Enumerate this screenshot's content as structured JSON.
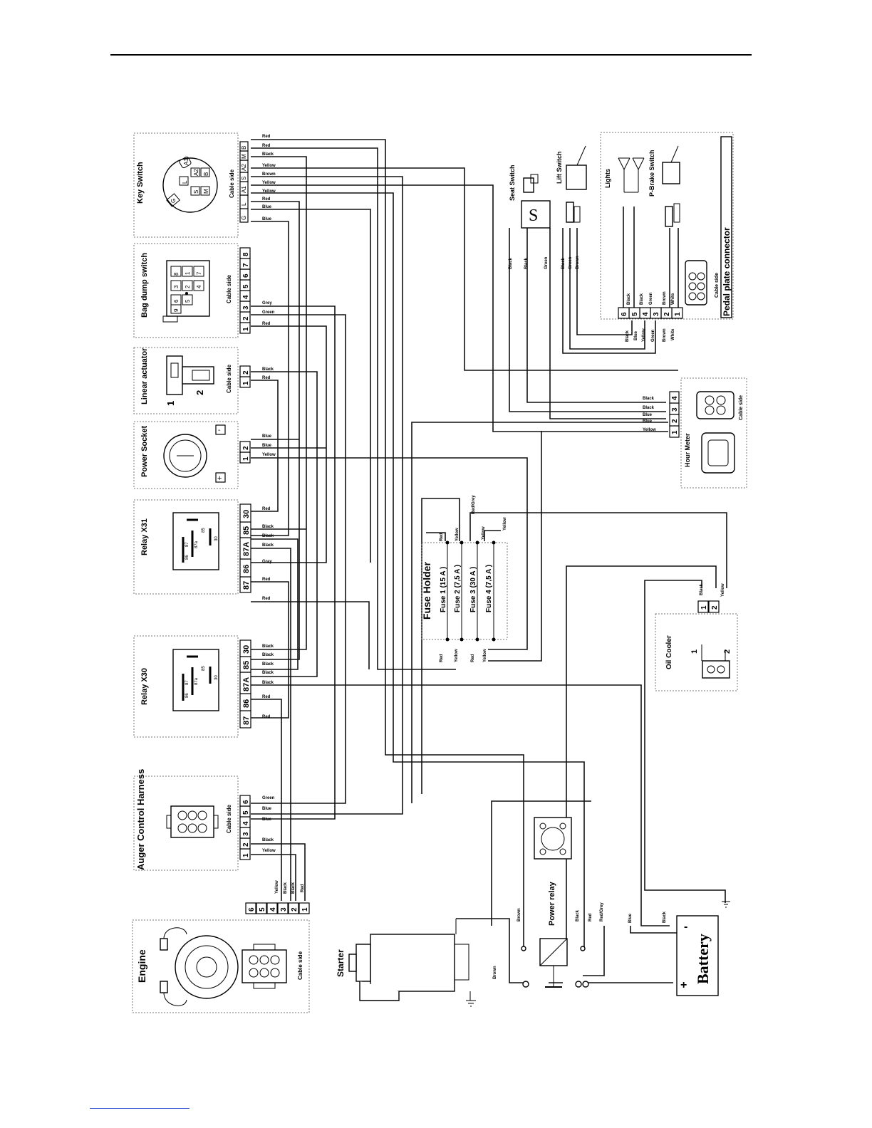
{
  "components": {
    "key_switch": {
      "title": "Key Switch",
      "cable_side": "Cable side",
      "pins": [
        "G",
        "L",
        "A1",
        "S",
        "A2",
        "M",
        "B"
      ],
      "contacts": [
        "A1",
        "L",
        "A2",
        "S",
        "B",
        "M",
        "G"
      ]
    },
    "bag_dump": {
      "title": "Bag dump switch",
      "cable_side": "Cable side",
      "pins": [
        "1",
        "2",
        "3",
        "4",
        "5",
        "6",
        "7",
        "8"
      ],
      "contacts": [
        "8",
        "1",
        "7",
        "3",
        "2",
        "4",
        "6",
        "5",
        "9"
      ]
    },
    "linear_actuator": {
      "title": "Linear actuator",
      "cable_side": "Cable side",
      "pins": [
        "1",
        "2"
      ],
      "labels": [
        "1",
        "2"
      ]
    },
    "power_socket": {
      "title": "Power Socket",
      "pins": [
        "1",
        "2"
      ],
      "plus": "+",
      "minus": "-"
    },
    "relay_x31": {
      "title": "Relay X31",
      "pins": [
        "87",
        "86",
        "87A",
        "85",
        "30"
      ],
      "inner": [
        "87",
        "86",
        "87a",
        "85",
        "30"
      ]
    },
    "relay_x30": {
      "title": "Relay X30",
      "pins": [
        "87",
        "86",
        "87A",
        "85",
        "30"
      ],
      "inner": [
        "87",
        "86",
        "87a",
        "85",
        "30"
      ]
    },
    "auger": {
      "title": "Auger Control Harness",
      "cable_side": "Cable side",
      "pins": [
        "1",
        "2",
        "3",
        "4",
        "5",
        "6"
      ]
    },
    "engine": {
      "title": "Engine",
      "cable_side": "Cable side",
      "pins": [
        "1",
        "2",
        "3",
        "4",
        "5",
        "6"
      ]
    },
    "starter": {
      "title": "Starter"
    },
    "power_relay": {
      "title": "Power relay"
    },
    "battery": {
      "title": "Battery",
      "plus": "+",
      "minus": "-"
    },
    "fuse_holder": {
      "title": "Fuse Holder",
      "fuses": [
        "Fuse 1 (15 A )",
        "Fuse 2 (7,5 A )",
        "Fuse 3 (30 A )",
        "Fuse 4 (7,5 A )"
      ]
    },
    "oil_cooler": {
      "title": "Oil Cooler",
      "pins": [
        "1",
        "2"
      ],
      "labels": [
        "1",
        "2"
      ]
    },
    "hour_meter": {
      "title": "Hour Meter",
      "cable_side": "Cable side",
      "pins": [
        "1",
        "2",
        "3",
        "4"
      ]
    },
    "seat_switch": {
      "title": "Seat Switch",
      "symbol": "S"
    },
    "lift_switch": {
      "title": "Lift Switch"
    },
    "lights": {
      "title": "Lights"
    },
    "pbrake": {
      "title": "P-Brake Switch"
    },
    "pedal_plate": {
      "title": "Pedal plate connector",
      "cable_side": "Cable side",
      "pins": [
        "1",
        "2",
        "3",
        "4",
        "5",
        "6"
      ]
    }
  },
  "wire_labels": {
    "key_switch": [
      "Red",
      "Red",
      "Black",
      "Yellow",
      "Brown",
      "Yellow",
      "Yellow",
      "Red",
      "Blue",
      "Blue"
    ],
    "bag_dump": [
      "Grey",
      "Green",
      "Red"
    ],
    "linear_actuator": [
      "Black",
      "Red"
    ],
    "power_socket": [
      "Blue",
      "Blue",
      "Yellow"
    ],
    "relay_x31": [
      "Red",
      "Black",
      "Black",
      "Black",
      "Gray",
      "Red",
      "Red"
    ],
    "relay_x30": [
      "Black",
      "Black",
      "Black",
      "Black",
      "Black",
      "Red",
      "Red"
    ],
    "auger": [
      "Green",
      "Blue",
      "Blue",
      "Black",
      "Yellow"
    ],
    "engine_side": [
      "Yellow",
      "Black",
      "Black",
      "Red"
    ],
    "seat": [
      "Black",
      "Black",
      "Green",
      "Black",
      "Green",
      "Brown"
    ],
    "pedal_top": [
      "Black",
      "Black",
      "Green",
      "Brown",
      "White"
    ],
    "pedal_bottom": [
      "Black",
      "Blue",
      "Yellow",
      "Green",
      "Brown",
      "White"
    ],
    "hour_meter": [
      "Black",
      "Black",
      "Blue",
      "Blue",
      "Yellow"
    ],
    "fuse_top": [
      "Red",
      "Yellow",
      "Red/Grey",
      "Yellow",
      "Yellow"
    ],
    "fuse_bottom": [
      "Red",
      "Yellow",
      "Red",
      "Yellow"
    ],
    "oil_cooler": [
      "Black",
      "Yellow"
    ],
    "power_relay": [
      "Brown",
      "Black",
      "Red",
      "Red/Grey"
    ],
    "battery": [
      "Blue",
      "Black"
    ],
    "starter": [
      "Brown"
    ]
  }
}
